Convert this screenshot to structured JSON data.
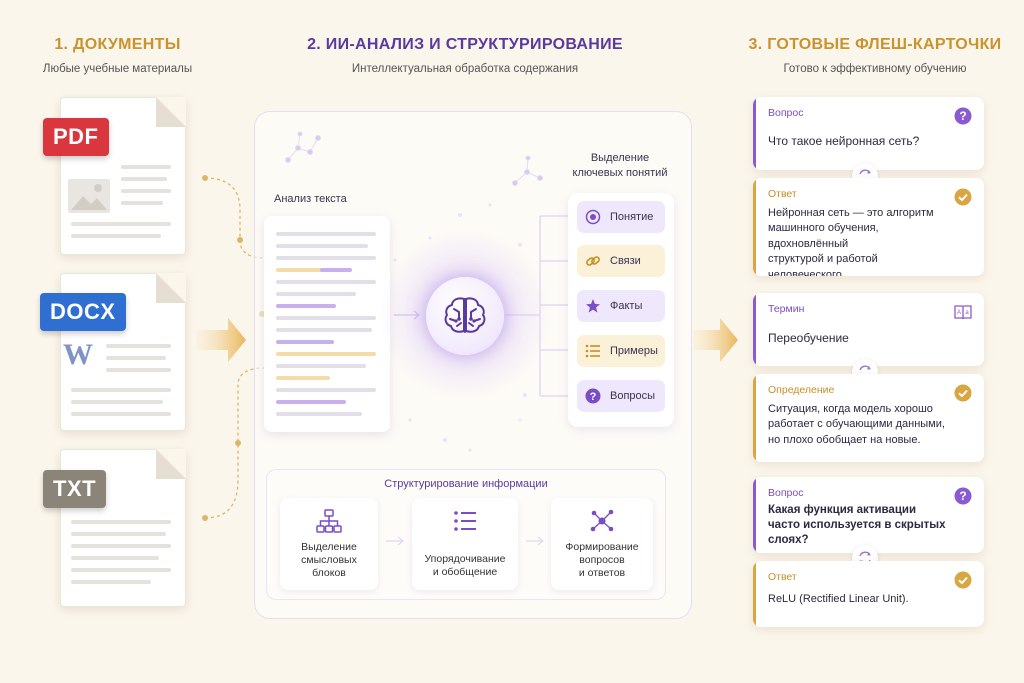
{
  "colors": {
    "gold": "#c9932e",
    "purple": "#5b3a9e",
    "pdf": "#d9363e",
    "docx": "#2f6fd1",
    "txt": "#8a8578",
    "background": "#fbf6ec"
  },
  "section1": {
    "title": "1. ДОКУМЕНТЫ",
    "subtitle": "Любые учебные материалы"
  },
  "section2": {
    "title": "2. ИИ-АНАЛИЗ И СТРУКТУРИРОВАНИЕ",
    "subtitle": "Интеллектуальная обработка содержания"
  },
  "section3": {
    "title": "3. ГОТОВЫЕ ФЛЕШ-КАРТОЧКИ",
    "subtitle": "Готово к эффективному обучению"
  },
  "documents": [
    {
      "badge": "PDF",
      "icon": "image-placeholder-icon"
    },
    {
      "badge": "DOCX",
      "icon": "word-w-icon",
      "letter": "W"
    },
    {
      "badge": "TXT",
      "icon": "text-lines-icon"
    }
  ],
  "analysis": {
    "text_label": "Анализ текста",
    "concepts_title": "Выделение\nключевых понятий",
    "concepts": [
      {
        "label": "Понятие",
        "icon": "target-icon"
      },
      {
        "label": "Связи",
        "icon": "link-icon"
      },
      {
        "label": "Факты",
        "icon": "star-icon"
      },
      {
        "label": "Примеры",
        "icon": "list-icon"
      },
      {
        "label": "Вопросы",
        "icon": "question-icon"
      }
    ],
    "structuring_title": "Структурирование информации",
    "steps": [
      {
        "label": "Выделение\nсмысловых\nблоков",
        "icon": "hierarchy-icon"
      },
      {
        "label": "Упорядочивание\nи обобщение",
        "icon": "list-icon"
      },
      {
        "label": "Формирование\nвопросов\nи ответов",
        "icon": "network-icon"
      }
    ]
  },
  "flashcards": [
    {
      "label": "Вопрос",
      "text": "Что такое нейронная сеть?",
      "icon": "question-icon"
    },
    {
      "label": "Ответ",
      "text": "Нейронная сеть — это алгоритм\nмашинного обучения, вдохновлённый\nструктурой и работой человеческого\nмозга.",
      "icon": "check-icon"
    },
    {
      "label": "Термин",
      "text": "Переобучение",
      "icon": "book-icon"
    },
    {
      "label": "Определение",
      "text": "Ситуация, когда модель хорошо\nработает с обучающими данными,\nно плохо обобщает на новые.",
      "icon": "check-icon"
    },
    {
      "label": "Вопрос",
      "text": "Какая функция активации\nчасто используется в скрытых\nслоях?",
      "icon": "question-icon"
    },
    {
      "label": "Ответ",
      "text": "ReLU (Rectified Linear Unit).",
      "icon": "check-icon"
    }
  ]
}
